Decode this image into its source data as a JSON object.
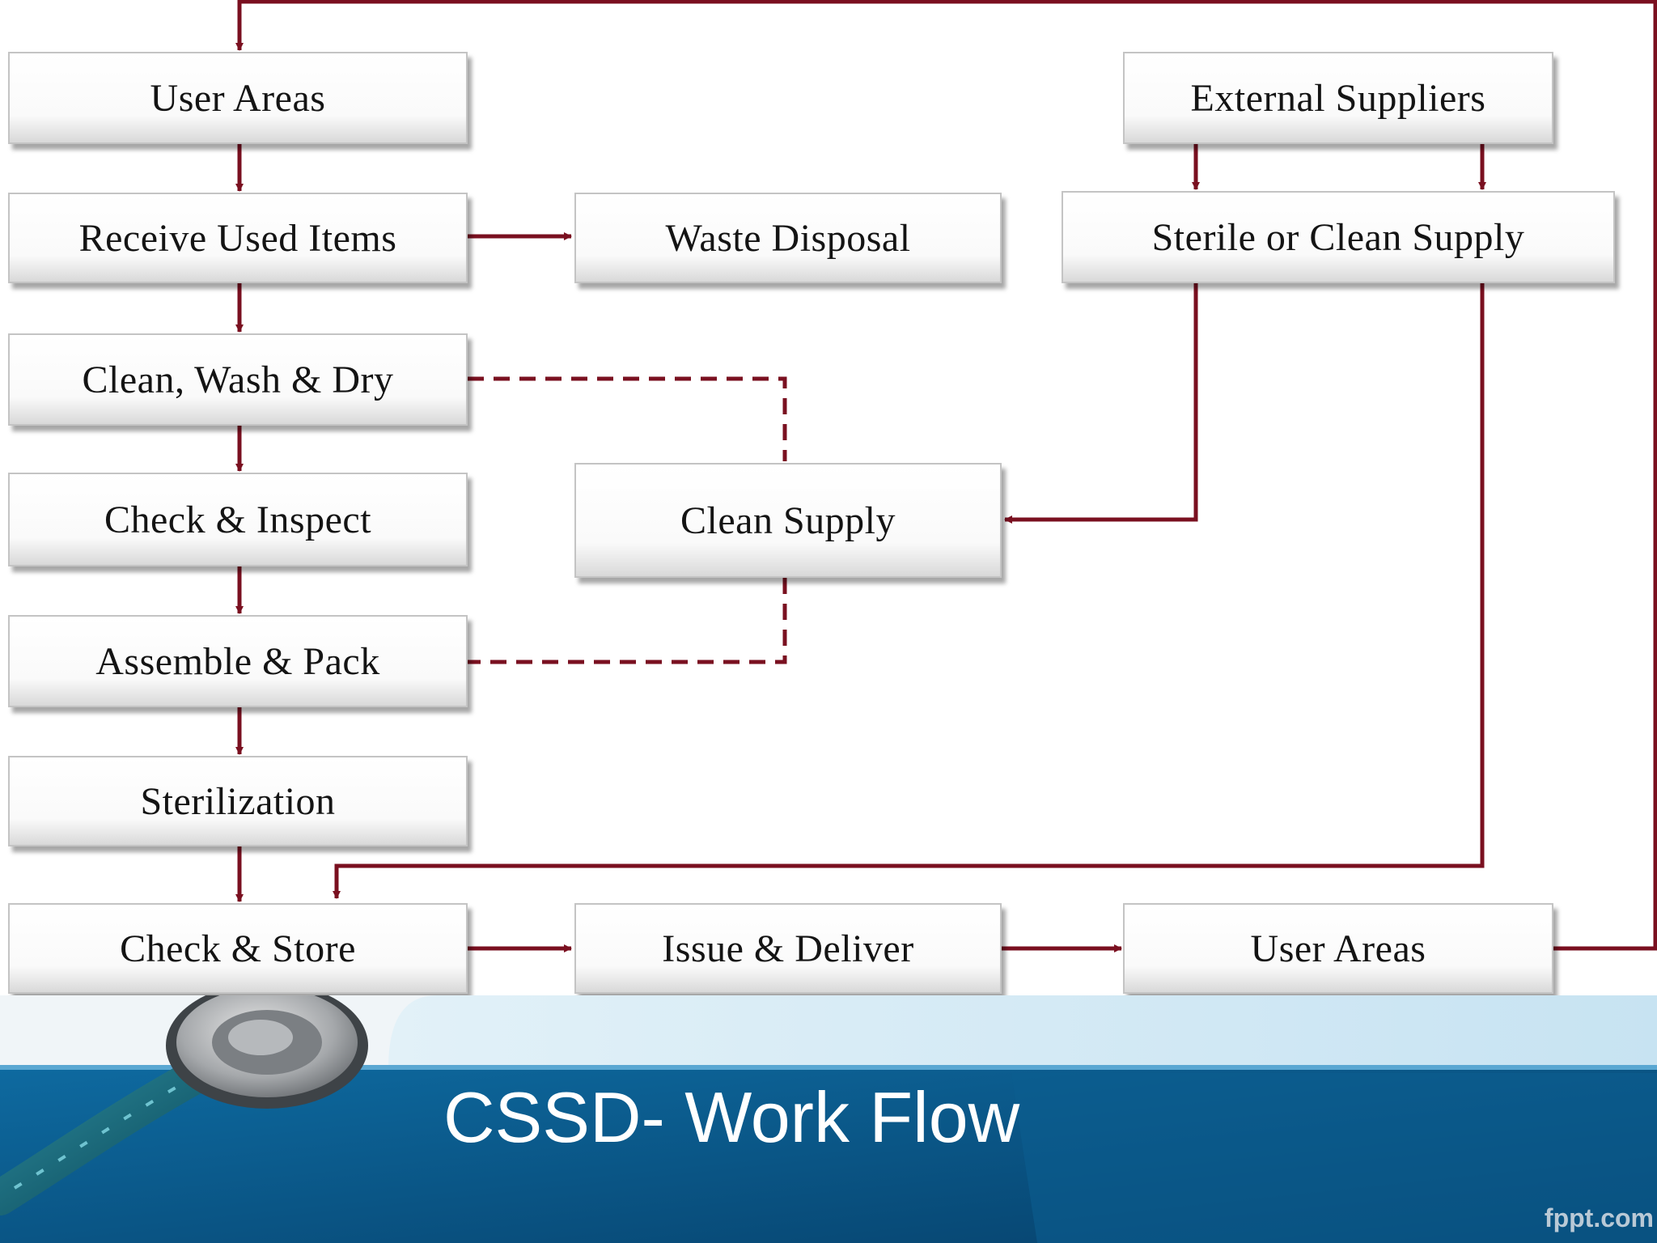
{
  "diagram": {
    "boxes": {
      "user_areas_top": "User Areas",
      "receive_used_items": "Receive Used Items",
      "clean_wash_dry": "Clean, Wash & Dry",
      "check_inspect": "Check & Inspect",
      "assemble_pack": "Assemble & Pack",
      "sterilization": "Sterilization",
      "check_store": "Check & Store",
      "waste_disposal": "Waste Disposal",
      "clean_supply": "Clean Supply",
      "issue_deliver": "Issue & Deliver",
      "external_suppliers": "External Suppliers",
      "sterile_or_clean_supply": "Sterile or Clean Supply",
      "user_areas_bottom": "User Areas"
    },
    "colors": {
      "arrow": "#7a1020",
      "box_border": "#c4c4c4"
    }
  },
  "slide": {
    "title": "CSSD- Work Flow",
    "watermark": "fppt.com",
    "colors": {
      "banner_dark": "#0a5080",
      "banner_light": "#cfe8f4"
    }
  }
}
